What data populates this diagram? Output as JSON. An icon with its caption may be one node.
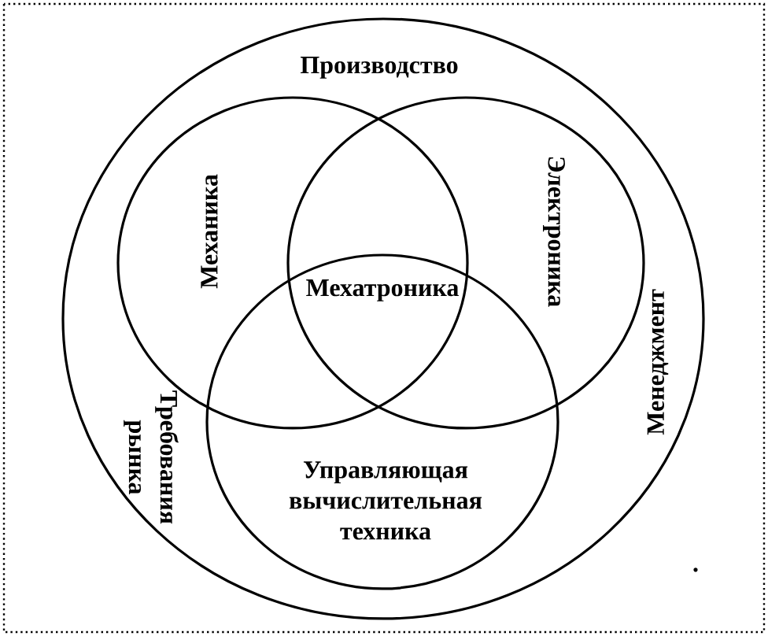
{
  "diagram": {
    "nodes": [
      {
        "text": [
          "Производство",
          "Менеджмент",
          "Требования рынка"
        ]
      },
      {
        "text": [
          "Механика"
        ],
        "in": 0
      },
      {
        "text": [
          "Электроника"
        ],
        "in": 0
      },
      {
        "text": [
          "Управляющая вычислительная техника"
        ],
        "in": 0
      }
    ],
    "labels": [
      "Мехатроника"
    ]
  }
}
